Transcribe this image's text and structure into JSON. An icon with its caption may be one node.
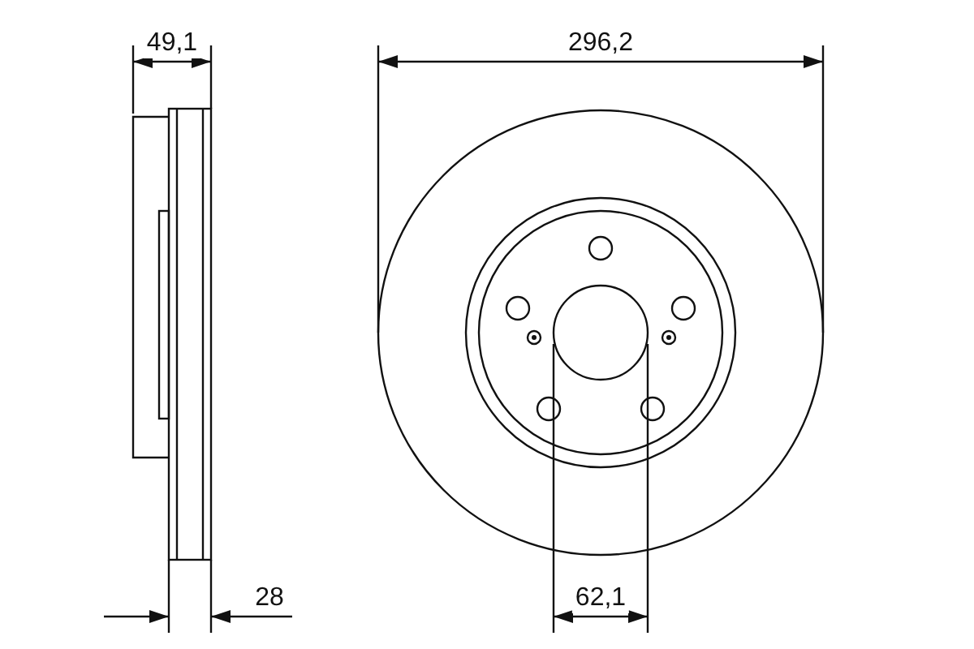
{
  "diagram": {
    "labels": [
      "49,1",
      "296,2",
      "28",
      "62,1"
    ]
  }
}
